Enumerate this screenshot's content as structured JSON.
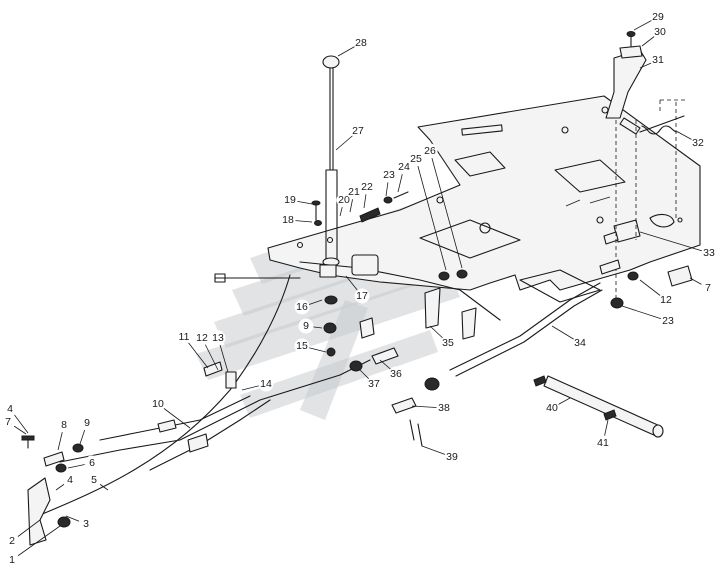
{
  "diagram": {
    "callouts": [
      {
        "label": "1"
      },
      {
        "label": "2"
      },
      {
        "label": "3"
      },
      {
        "label": "4"
      },
      {
        "label": "4"
      },
      {
        "label": "5"
      },
      {
        "label": "6"
      },
      {
        "label": "7"
      },
      {
        "label": "7"
      },
      {
        "label": "8"
      },
      {
        "label": "9"
      },
      {
        "label": "9"
      },
      {
        "label": "10"
      },
      {
        "label": "11"
      },
      {
        "label": "12"
      },
      {
        "label": "12"
      },
      {
        "label": "13"
      },
      {
        "label": "14"
      },
      {
        "label": "15"
      },
      {
        "label": "16"
      },
      {
        "label": "17"
      },
      {
        "label": "18"
      },
      {
        "label": "19"
      },
      {
        "label": "20"
      },
      {
        "label": "21"
      },
      {
        "label": "22"
      },
      {
        "label": "23"
      },
      {
        "label": "23"
      },
      {
        "label": "24"
      },
      {
        "label": "25"
      },
      {
        "label": "26"
      },
      {
        "label": "27"
      },
      {
        "label": "28"
      },
      {
        "label": "29"
      },
      {
        "label": "30"
      },
      {
        "label": "31"
      },
      {
        "label": "32"
      },
      {
        "label": "33"
      },
      {
        "label": "34"
      },
      {
        "label": "35"
      },
      {
        "label": "36"
      },
      {
        "label": "37"
      },
      {
        "label": "38"
      },
      {
        "label": "39"
      },
      {
        "label": "40"
      },
      {
        "label": "41"
      }
    ]
  },
  "colors": {
    "line": "#1a1a1a",
    "watermark": "#c9ccd0",
    "background": "#ffffff"
  }
}
